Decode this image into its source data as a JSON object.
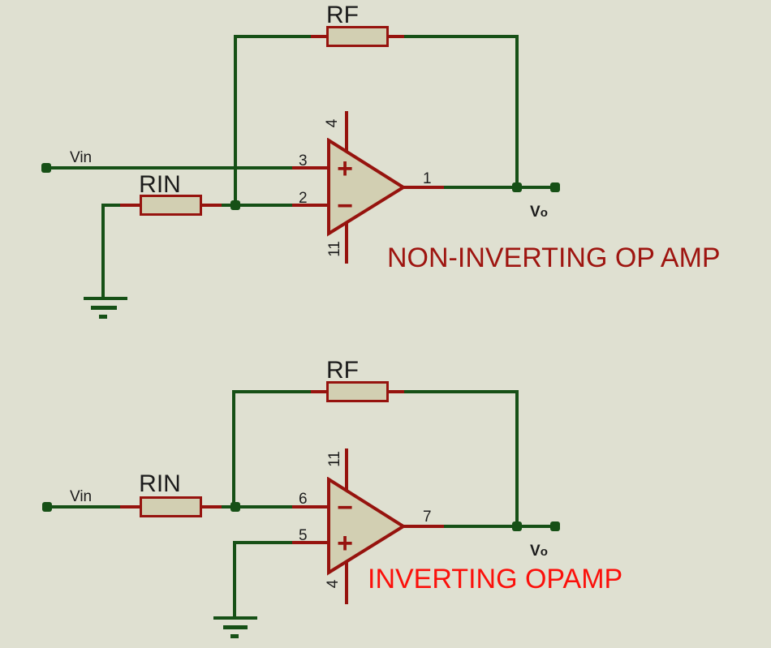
{
  "colors": {
    "background": "#dfe0d1",
    "wire_green": "#165016",
    "component_red": "#96130e",
    "symbol_fill": "#d2cfb2",
    "label_black": "#1b1b1b",
    "caption_top_color": "#9e1510",
    "caption_bottom_color": "#fb100b"
  },
  "circuits": {
    "top": {
      "caption": "NON-INVERTING OP AMP",
      "rf_label": "RF",
      "rin_label": "RIN",
      "vin_label": "Vin",
      "vo_label": "V",
      "vo_label_sub": "o",
      "plus_sign": "+",
      "minus_sign": "−",
      "pins": {
        "noninv": "3",
        "inv": "2",
        "out": "1",
        "pwr_top": "4",
        "pwr_bottom": "11"
      }
    },
    "bottom": {
      "caption": "INVERTING OPAMP",
      "rf_label": "RF",
      "rin_label": "RIN",
      "vin_label": "Vin",
      "vo_label": "V",
      "vo_label_sub": "o",
      "plus_sign": "+",
      "minus_sign": "−",
      "pins": {
        "inv": "6",
        "noninv": "5",
        "out": "7",
        "pwr_top": "11",
        "pwr_bottom": "4"
      }
    }
  }
}
